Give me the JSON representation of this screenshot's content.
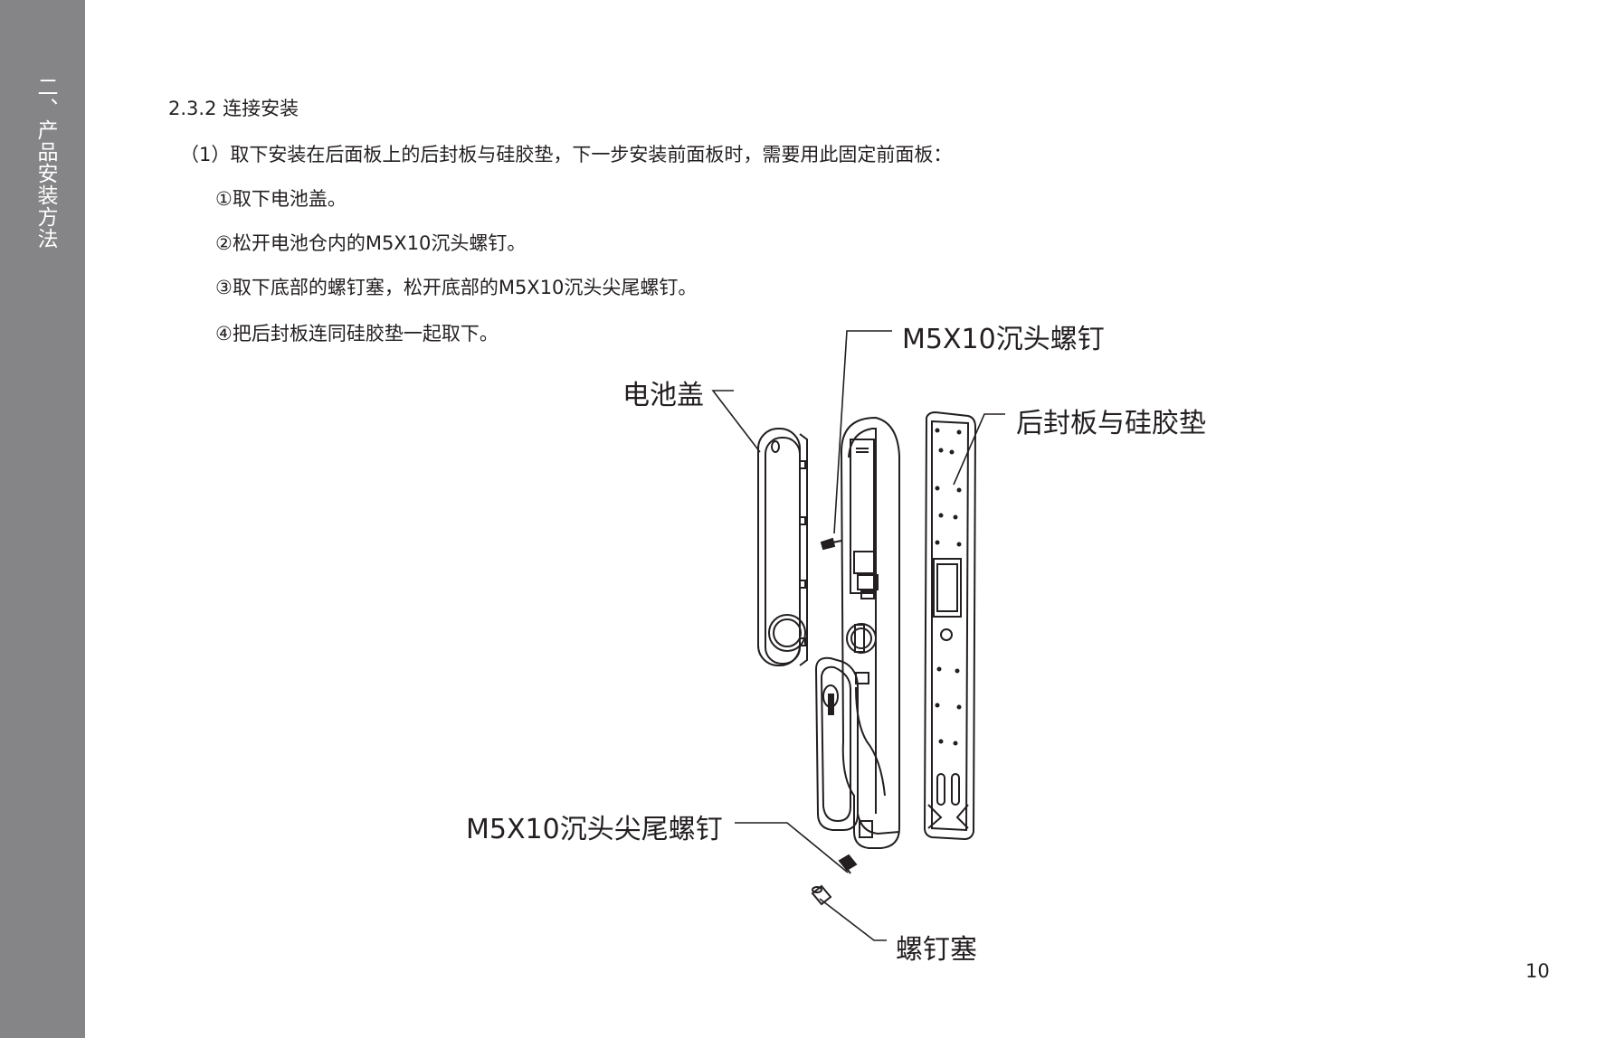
{
  "sidebar": {
    "chapter_title": "二、产品安装方法"
  },
  "content": {
    "section_heading": "2.3.2 连接安装",
    "step_intro": "（1）取下安装在后面板上的后封板与硅胶垫，下一步安装前面板时，需要用此固定前面板：",
    "sub_steps": [
      "①取下电池盖。",
      "②松开电池仓内的M5X10沉头螺钉。",
      "③取下底部的螺钉塞，松开底部的M5X10沉头尖尾螺钉。",
      "④把后封板连同硅胶垫一起取下。"
    ]
  },
  "figure": {
    "callouts": {
      "top_screw": "M5X10沉头螺钉",
      "battery_cover": "电池盖",
      "back_plate": "后封板与硅胶垫",
      "bottom_screw": "M5X10沉头尖尾螺钉",
      "screw_plug": "螺钉塞"
    }
  },
  "page": {
    "number": "10"
  }
}
